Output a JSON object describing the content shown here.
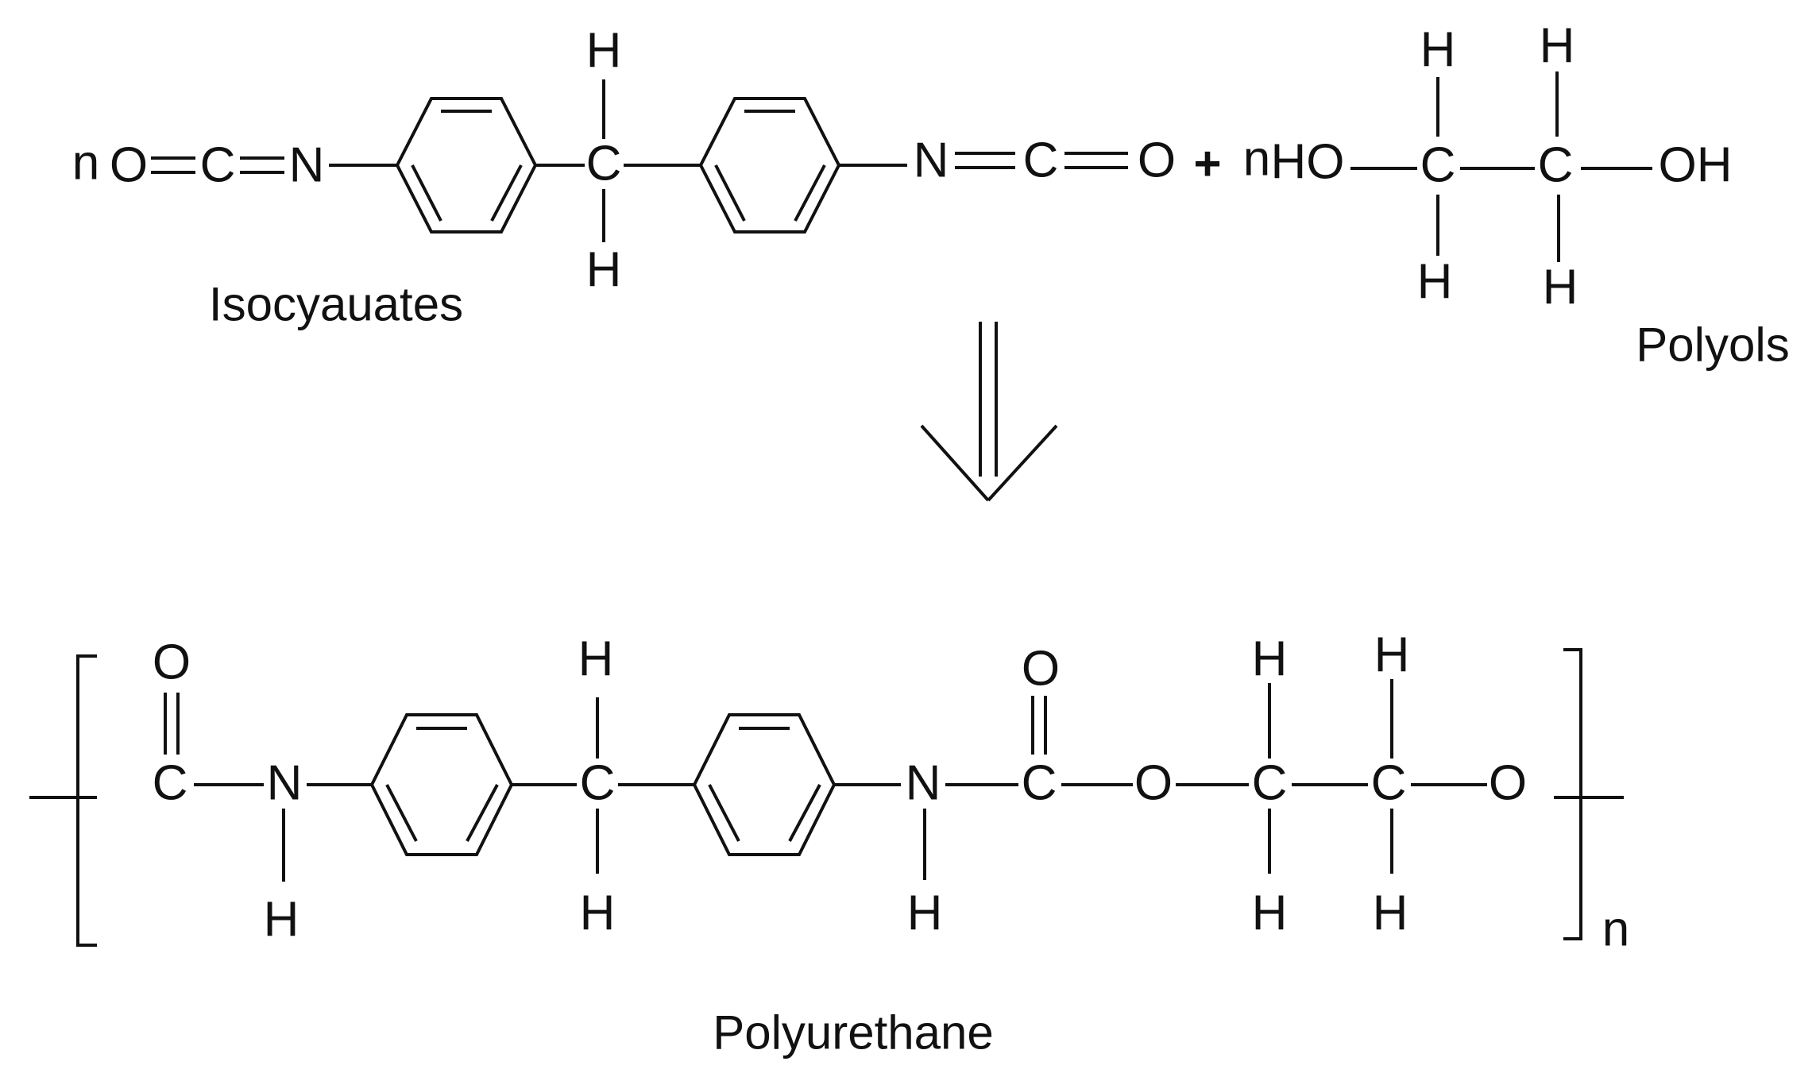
{
  "atoms": {
    "n": "n",
    "O": "O",
    "C": "C",
    "N": "N",
    "H": "H",
    "HO": "HO",
    "OH": "OH"
  },
  "labels": {
    "isocyanates": "Isocyauates",
    "polyols": "Polyols",
    "polyurethane": "Polyurethane"
  },
  "symbols": {
    "plus": "+"
  },
  "colors": {
    "ink": "#111111",
    "background": "#ffffff"
  }
}
